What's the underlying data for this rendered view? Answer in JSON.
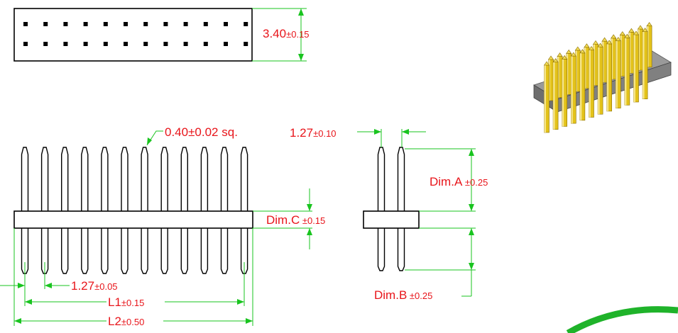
{
  "dimensions": {
    "top_height": {
      "value": "3.40",
      "tol": "±0.15"
    },
    "pin_size": {
      "value": "0.40",
      "tol": "±0.02",
      "suffix": " sq."
    },
    "row_pitch": {
      "value": "1.27",
      "tol": "±0.10"
    },
    "dim_a": {
      "value": "Dim.A",
      "tol": " ±0.25"
    },
    "dim_c": {
      "value": "Dim.C",
      "tol": " ±0.15"
    },
    "dim_b": {
      "value": "Dim.B",
      "tol": " ±0.25"
    },
    "pitch": {
      "value": "1.27",
      "tol": "±0.05"
    },
    "l1": {
      "value": "L1",
      "tol": "±0.15"
    },
    "l2": {
      "value": "L2",
      "tol": "±0.50"
    }
  },
  "colors": {
    "label": "#e8141a",
    "dimension_line": "#19c41f",
    "outline": "#000000",
    "gold": "#e3c21a",
    "insulator": "#7a7a7a"
  },
  "pin_columns": 12,
  "pin_rows": 2
}
